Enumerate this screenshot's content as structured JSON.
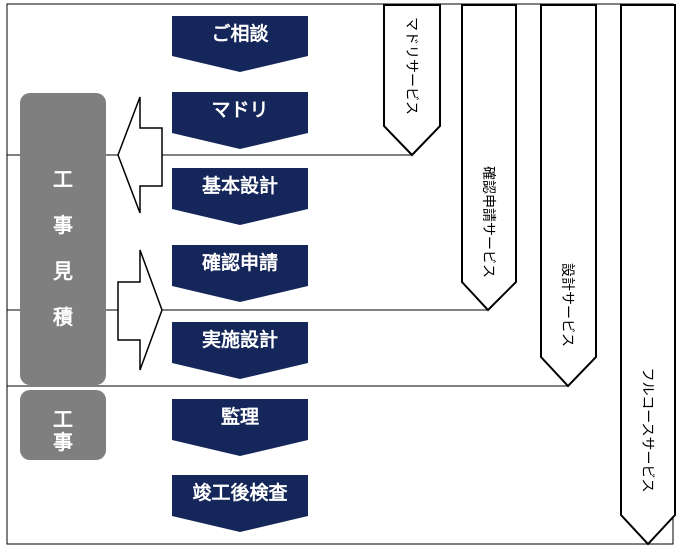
{
  "steps": [
    "ご相談",
    "マドリ",
    "基本設計",
    "確認申請",
    "実施設計",
    "監理",
    "竣工後検査"
  ],
  "side": {
    "estimate": [
      "工",
      "事",
      "見",
      "積"
    ],
    "construction": [
      "工",
      "事"
    ]
  },
  "services": {
    "madori": "マドリサービス",
    "kakunin": "確認申請サービス",
    "sekkei": "設計サービス",
    "full": "フルコースサービス"
  },
  "colors": {
    "step": "#15275a",
    "side": "#7f7f7f",
    "line": "#000000"
  }
}
